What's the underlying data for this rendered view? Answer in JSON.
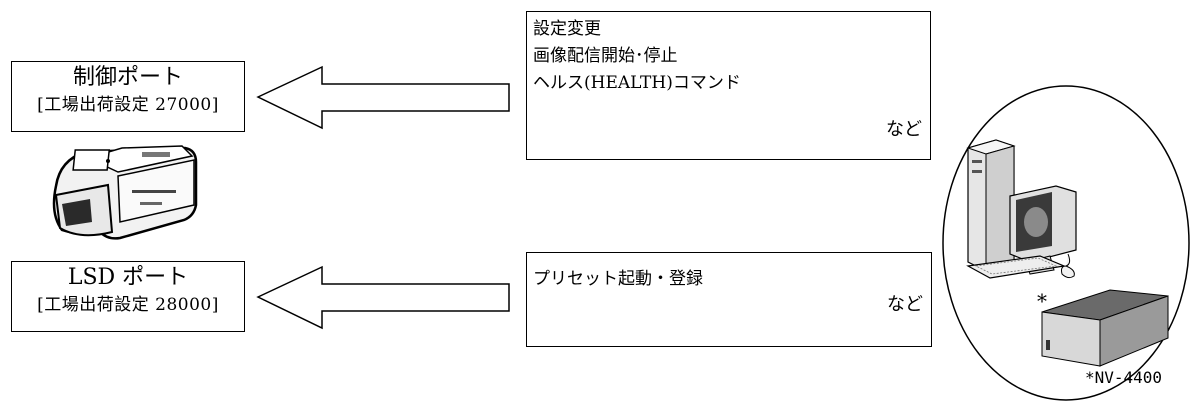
{
  "control_port": {
    "name": "制御ポート",
    "default": "[工場出荷設定 27000]",
    "commands": [
      "設定変更",
      "画像配信開始･停止",
      "ヘルス(HEALTH)コマンド"
    ],
    "etc": "など"
  },
  "lsd_port": {
    "name": "LSD ポート",
    "default": "[工場出荷設定 28000]",
    "commands": [
      "プリセット起動・登録"
    ],
    "etc": "など"
  },
  "client": {
    "asterisk": "*",
    "footnote": "*NV-4400"
  },
  "icons": {
    "camera": "network-camera-icon",
    "computer": "desktop-computer-icon",
    "recorder": "nv-4400-recorder-icon",
    "arrow": "left-arrow-icon"
  }
}
